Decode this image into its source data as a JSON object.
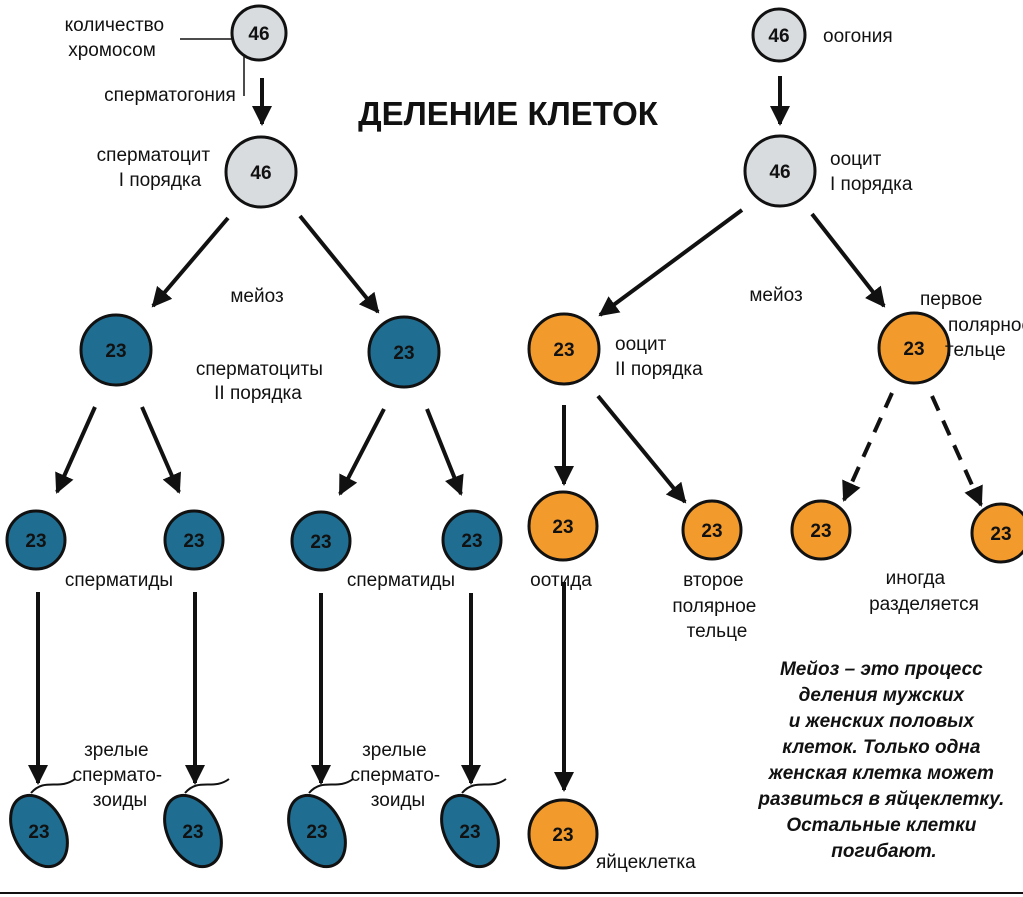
{
  "title": "ДЕЛЕНИЕ КЛЕТОК",
  "colors": {
    "gray_fill": "#d9dcdf",
    "blue_fill": "#1f6e92",
    "orange_fill": "#f29a2c",
    "stroke": "#111111",
    "arrow": "#111111"
  },
  "labels": {
    "chromosome_count": [
      "количество",
      "хромосом"
    ],
    "spermatogonium": "сперматогония",
    "spermatocyte_1": [
      "сперматоцит",
      "I порядка"
    ],
    "meiosis_left": "мейоз",
    "spermatocytes_2": [
      "сперматоциты",
      "II порядка"
    ],
    "spermatids_left": "сперматиды",
    "spermatids_right": "сперматиды",
    "mature_sperm_left": [
      "зрелые",
      "спермато-",
      "зоиды"
    ],
    "mature_sperm_right": [
      "зрелые",
      "спермато-",
      "зоиды"
    ],
    "oogonium": "оогония",
    "oocyte_1": [
      "ооцит",
      "I порядка"
    ],
    "meiosis_right": "мейоз",
    "oocyte_2": [
      "ооцит",
      "II порядка"
    ],
    "first_polar_body": [
      "первое",
      "полярное",
      "тельце"
    ],
    "ootid": "оотида",
    "second_polar_body": [
      "второе",
      "полярное",
      "тельце"
    ],
    "sometimes_divides": [
      "иногда",
      "разделяется"
    ],
    "egg": "яйцеклетка"
  },
  "note": [
    "Мейоз – это процесс",
    "деления мужских",
    "и женских половых",
    "клеток. Только одна",
    "женская клетка может",
    "развиться в яйцеклетку.",
    "Остальные клетки",
    "погибают."
  ],
  "cells": [
    {
      "id": "spermatogonium",
      "count": "46",
      "fill": "gray"
    },
    {
      "id": "spermatocyte-1",
      "count": "46",
      "fill": "gray"
    },
    {
      "id": "spermatocyte-2-a",
      "count": "23",
      "fill": "blue"
    },
    {
      "id": "spermatocyte-2-b",
      "count": "23",
      "fill": "blue"
    },
    {
      "id": "spermatid-1",
      "count": "23",
      "fill": "blue"
    },
    {
      "id": "spermatid-2",
      "count": "23",
      "fill": "blue"
    },
    {
      "id": "spermatid-3",
      "count": "23",
      "fill": "blue"
    },
    {
      "id": "spermatid-4",
      "count": "23",
      "fill": "blue"
    },
    {
      "id": "sperm-1",
      "count": "23",
      "fill": "blue",
      "shape": "sperm"
    },
    {
      "id": "sperm-2",
      "count": "23",
      "fill": "blue",
      "shape": "sperm"
    },
    {
      "id": "sperm-3",
      "count": "23",
      "fill": "blue",
      "shape": "sperm"
    },
    {
      "id": "sperm-4",
      "count": "23",
      "fill": "blue",
      "shape": "sperm"
    },
    {
      "id": "oogonium",
      "count": "46",
      "fill": "gray"
    },
    {
      "id": "oocyte-1",
      "count": "46",
      "fill": "gray"
    },
    {
      "id": "oocyte-2",
      "count": "23",
      "fill": "orange"
    },
    {
      "id": "first-polar-body",
      "count": "23",
      "fill": "orange"
    },
    {
      "id": "ootid",
      "count": "23",
      "fill": "orange"
    },
    {
      "id": "second-polar-body",
      "count": "23",
      "fill": "orange"
    },
    {
      "id": "polar-body-division-a",
      "count": "23",
      "fill": "orange"
    },
    {
      "id": "polar-body-division-b",
      "count": "23",
      "fill": "orange"
    },
    {
      "id": "egg",
      "count": "23",
      "fill": "orange"
    }
  ]
}
